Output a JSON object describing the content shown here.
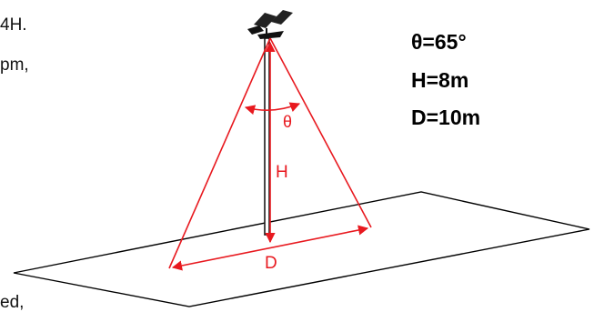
{
  "text_fragments": [
    "4H.",
    "pm,",
    "ed,"
  ],
  "specs": {
    "theta": "θ=65°",
    "height": "H=8m",
    "distance": "D=10m"
  },
  "labels": {
    "angle": "θ",
    "height": "H",
    "distance": "D"
  },
  "colors": {
    "beam": "#e8191f",
    "ground": "#000000",
    "pole": "#1a1a1a",
    "spec_text": "#000000"
  },
  "icons": [
    "solar-street-lamp-icon"
  ]
}
